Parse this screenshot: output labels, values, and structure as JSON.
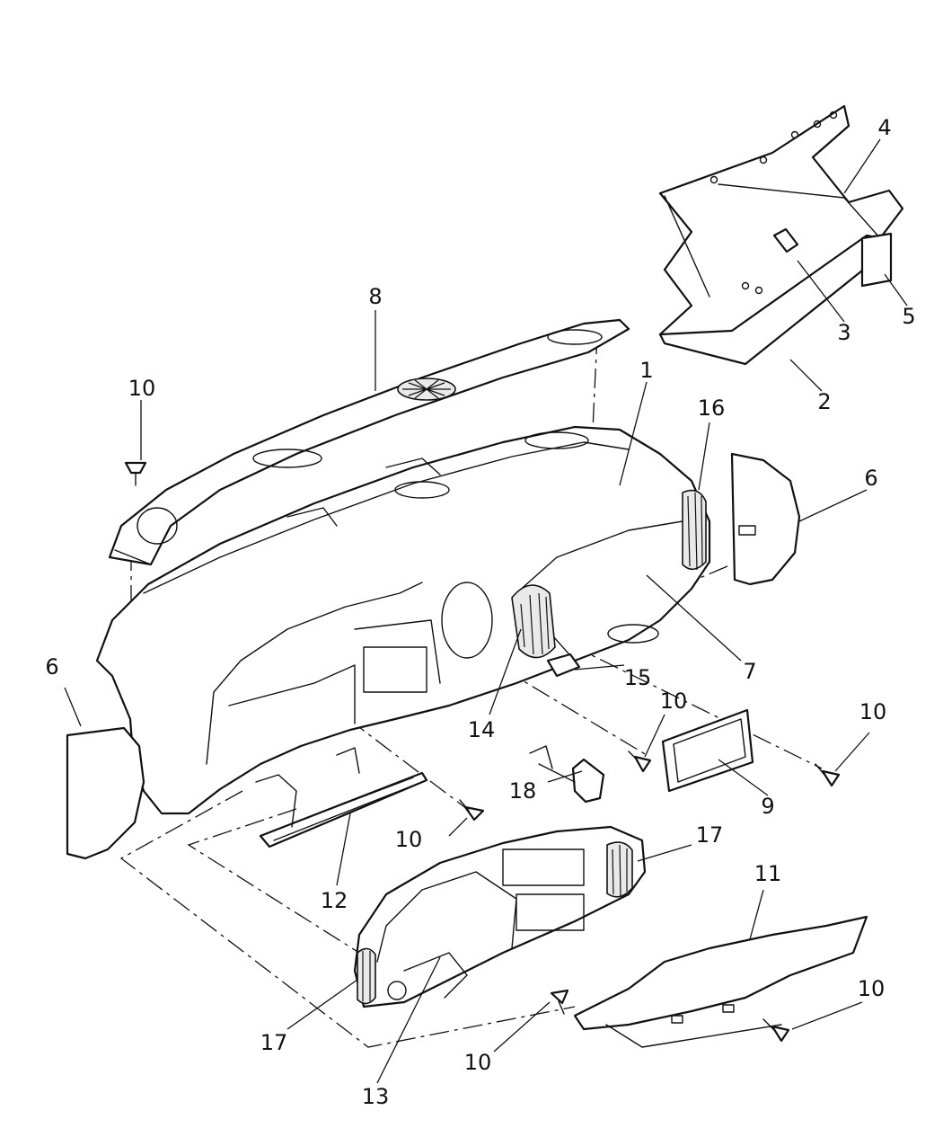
{
  "callouts": [
    {
      "id": "c1",
      "label": "1"
    },
    {
      "id": "c2",
      "label": "2"
    },
    {
      "id": "c3",
      "label": "3"
    },
    {
      "id": "c4",
      "label": "4"
    },
    {
      "id": "c5",
      "label": "5"
    },
    {
      "id": "c6a",
      "label": "6"
    },
    {
      "id": "c6b",
      "label": "6"
    },
    {
      "id": "c7",
      "label": "7"
    },
    {
      "id": "c8",
      "label": "8"
    },
    {
      "id": "c9",
      "label": "9"
    },
    {
      "id": "c10a",
      "label": "10"
    },
    {
      "id": "c10b",
      "label": "10"
    },
    {
      "id": "c10c",
      "label": "10"
    },
    {
      "id": "c10d",
      "label": "10"
    },
    {
      "id": "c10e",
      "label": "10"
    },
    {
      "id": "c10f",
      "label": "10"
    },
    {
      "id": "c11",
      "label": "11"
    },
    {
      "id": "c12",
      "label": "12"
    },
    {
      "id": "c13",
      "label": "13"
    },
    {
      "id": "c14",
      "label": "14"
    },
    {
      "id": "c15",
      "label": "15"
    },
    {
      "id": "c16",
      "label": "16"
    },
    {
      "id": "c17a",
      "label": "17"
    },
    {
      "id": "c17b",
      "label": "17"
    },
    {
      "id": "c18",
      "label": "18"
    }
  ]
}
